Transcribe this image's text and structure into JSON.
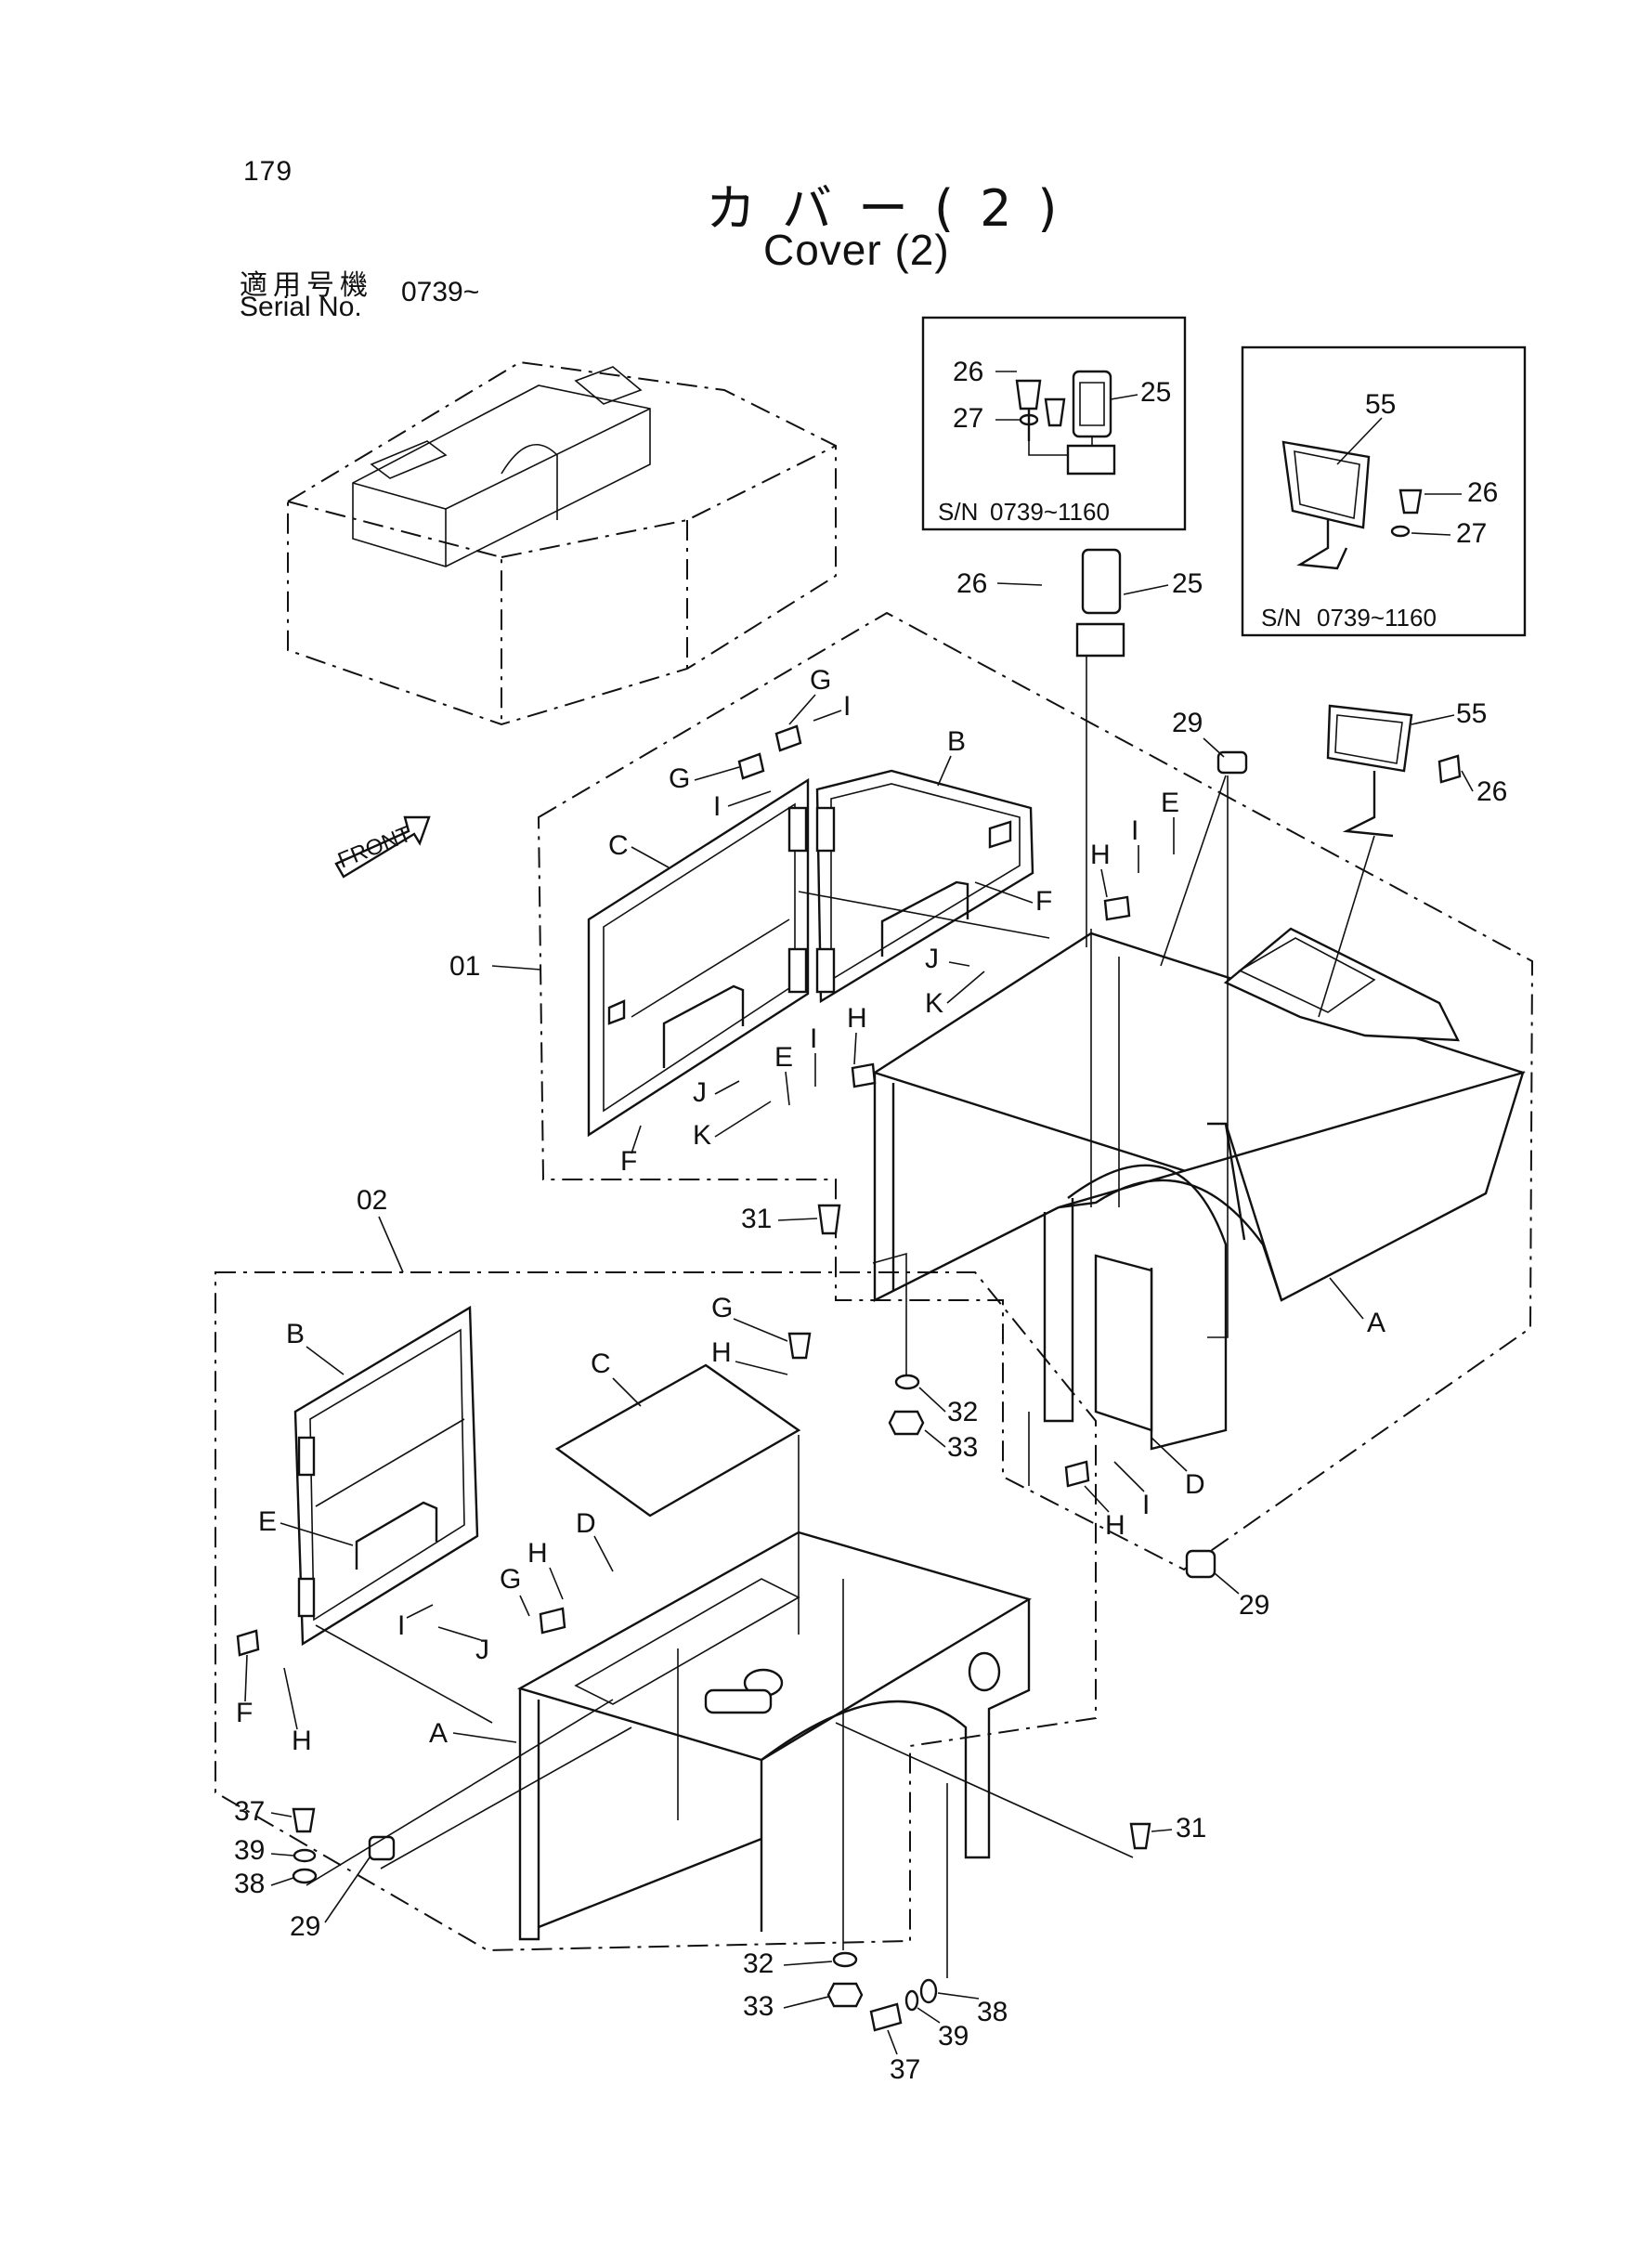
{
  "page_number": "179",
  "title": {
    "japanese": "カバー(2)",
    "english": "Cover (2)"
  },
  "serial": {
    "label_jp": "適用号機",
    "label_en": "Serial No.",
    "value": "0739~"
  },
  "insets": [
    {
      "sn_label": "S/N",
      "sn_value": "0739~1160",
      "labels": [
        "26",
        "27",
        "25"
      ]
    },
    {
      "sn_label": "S/N",
      "sn_value": "0739~1160",
      "labels": [
        "55",
        "26",
        "27"
      ]
    }
  ],
  "front_arrow": "FRONT",
  "callouts": {
    "c26a": "26",
    "c25a": "25",
    "c29a": "29",
    "c55a": "55",
    "c26b": "26",
    "G1": "G",
    "I1": "I",
    "G2": "G",
    "I2": "I",
    "B1": "B",
    "C1": "C",
    "F1": "F",
    "J1": "J",
    "K1": "K",
    "E1": "E",
    "I3": "I",
    "H1": "H",
    "o01": "01",
    "E2": "E",
    "I4": "I",
    "H2": "H",
    "J2": "J",
    "K2": "K",
    "F2": "F",
    "c31a": "31",
    "c32a": "32",
    "c33a": "33",
    "A1": "A",
    "D1": "D",
    "I5": "I",
    "H3": "H",
    "c29b": "29",
    "o02": "02",
    "B2": "B",
    "C2": "C",
    "G3": "G",
    "H4": "H",
    "E3": "E",
    "D2": "D",
    "G4": "G",
    "H5": "H",
    "I6": "I",
    "J3": "J",
    "F3": "F",
    "H6": "H",
    "A2": "A",
    "c37a": "37",
    "c39a": "39",
    "c38a": "38",
    "c29c": "29",
    "c31b": "31",
    "c32b": "32",
    "c33b": "33",
    "c37b": "37",
    "c39b": "39",
    "c38b": "38"
  }
}
